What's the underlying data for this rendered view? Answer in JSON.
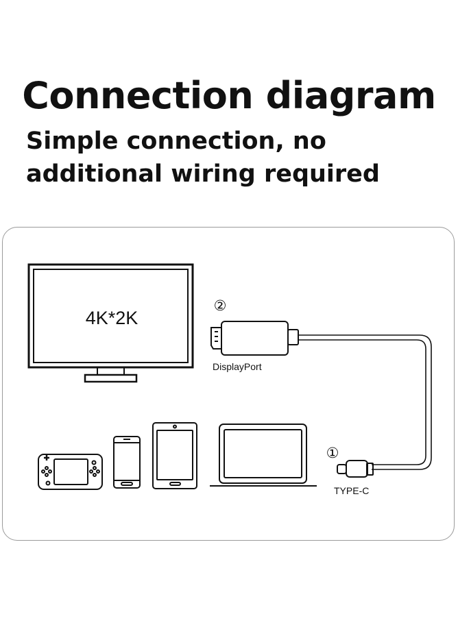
{
  "title": "Connection diagram",
  "subtitle": "Simple connection, no additional wiring required",
  "monitor": {
    "screen_label": "4K*2K"
  },
  "ports": [
    {
      "marker": "②",
      "name": "DisplayPort"
    },
    {
      "marker": "①",
      "name": "TYPE-C"
    }
  ],
  "devices": [
    "handheld game console",
    "smartphone",
    "tablet",
    "laptop"
  ]
}
